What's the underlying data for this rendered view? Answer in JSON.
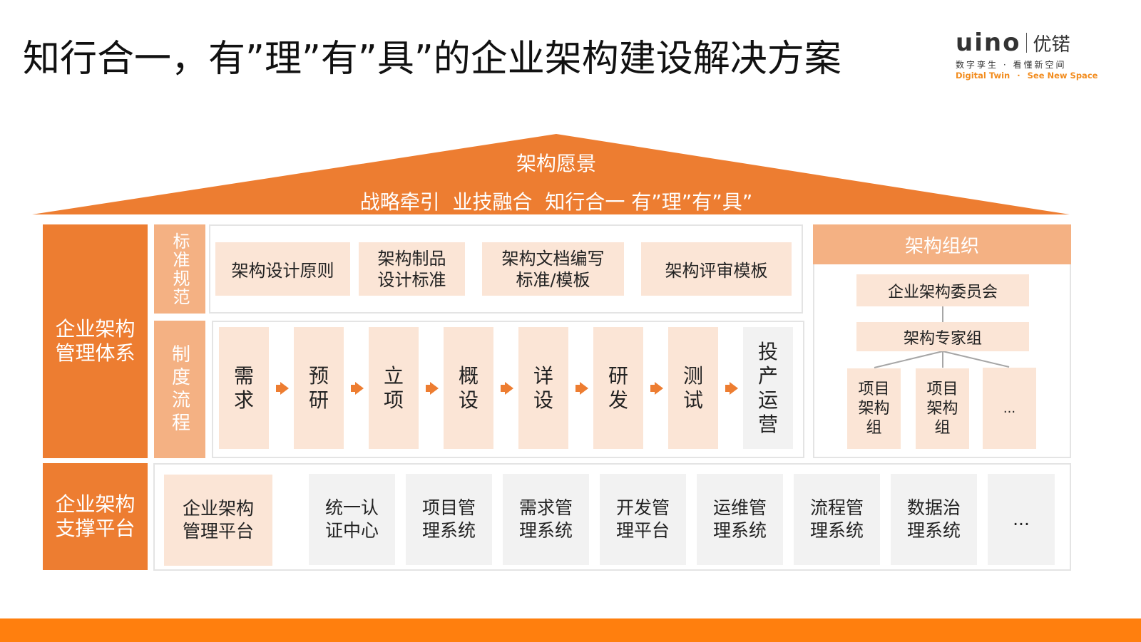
{
  "title": "知行合一，有”理”有”具”的企业架构建设解决方案",
  "logo": {
    "brand": "UINO",
    "cn": "优锘",
    "slogan_cn": "数字孪生 · 看懂新空间",
    "slogan_en_1": "Digital Twin",
    "slogan_en_sep": "·",
    "slogan_en_2": "See New Space"
  },
  "roof": {
    "title": "架构愿景",
    "subtitle": "战略牵引  业技融合  知行合一 有”理”有”具”"
  },
  "management": {
    "label": "企业架构管理体系",
    "standards": {
      "label": "标准规范",
      "items": [
        "架构设计原则",
        "架构制品设计标准",
        "架构文档编写标准/模板",
        "架构评审模板"
      ]
    },
    "process": {
      "label": "制度流程",
      "steps": [
        "需求",
        "预研",
        "立项",
        "概设",
        "详设",
        "研发",
        "测试",
        "投产运营"
      ]
    }
  },
  "organization": {
    "header": "架构组织",
    "committee": "企业架构委员会",
    "expert_group": "架构专家组",
    "children": [
      "项目架构组",
      "项目架构组",
      "..."
    ]
  },
  "platform": {
    "label": "企业架构支撑平台",
    "items": [
      "企业架构管理平台",
      "统一认证中心",
      "项目管理系统",
      "需求管理系统",
      "开发管理平台",
      "运维管理系统",
      "流程管理系统",
      "数据治理系统",
      "..."
    ]
  },
  "colors": {
    "accent": "#ED7D31",
    "light": "#F4B183",
    "pale": "#FBE5D6",
    "grey": "#F2F2F2",
    "bar": "#FF7F0E"
  }
}
